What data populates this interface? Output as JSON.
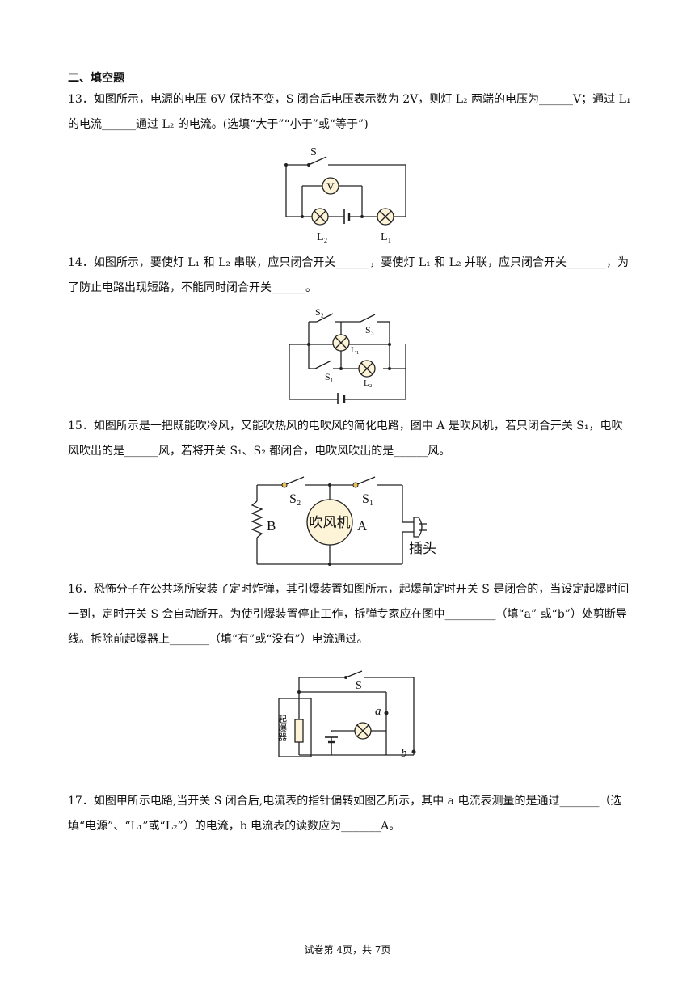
{
  "section_title": "二、填空题",
  "questions": [
    {
      "text": "13．如图所示，电源的电压 6V 保持不变，S 闭合后电压表示数为 2V，则灯 L₂ 两端的电压为______V；通过 L₁ 的电流______通过 L₂ 的电流。(选填“大于”“小于”或“等于”)"
    },
    {
      "text": "14．如图所示，要使灯 L₁ 和 L₂ 串联，应只闭合开关______，要使灯 L₁ 和 L₂ 并联，应只闭合开关_______，为了防止电路出现短路，不能同时闭合开关______。"
    },
    {
      "text": "15．如图所示是一把既能吹冷风，又能吹热风的电吹风的简化电路，图中 A 是吹风机，若只闭合开关 S₁，电吹风吹出的是______风，若将开关 S₁、S₂ 都闭合，电吹风吹出的是______风。"
    },
    {
      "text": "16．恐怖分子在公共场所安装了定时炸弹，其引爆装置如图所示，起爆前定时开关 S 是闭合的，当设定起爆时间一到，定时开关 S 会自动断开。为使引爆装置停止工作，拆弹专家应在图中_________（填“a” 或“b”）处剪断导线。拆除前起爆器上_______（填“有”或“没有”）电流通过。"
    },
    {
      "text": "17．如图甲所示电路,当开关 S 闭合后,电流表的指针偏转如图乙所示，其中 a 电流表测量的是通过_______（选填“电源”、“L₁”或“L₂”）的电流，b 电流表的读数应为_______A。"
    }
  ],
  "figures": {
    "fig13": {
      "switch": "S",
      "meter": "V",
      "lamp_left": "L₂",
      "lamp_right": "L₁"
    },
    "fig14": {
      "s2": "S₂",
      "s3": "S₃",
      "s1": "S₁",
      "l1": "L₁",
      "l2": "L₂"
    },
    "fig15": {
      "s2": "S₂",
      "s1": "S₁",
      "resistor": "B",
      "fan": "吹风机",
      "fan_label": "A",
      "plug": "插头"
    },
    "fig16": {
      "switch": "S",
      "detonator": "起爆器",
      "a": "a",
      "b": "b"
    }
  },
  "footer": "试卷第 4页，共 7页"
}
